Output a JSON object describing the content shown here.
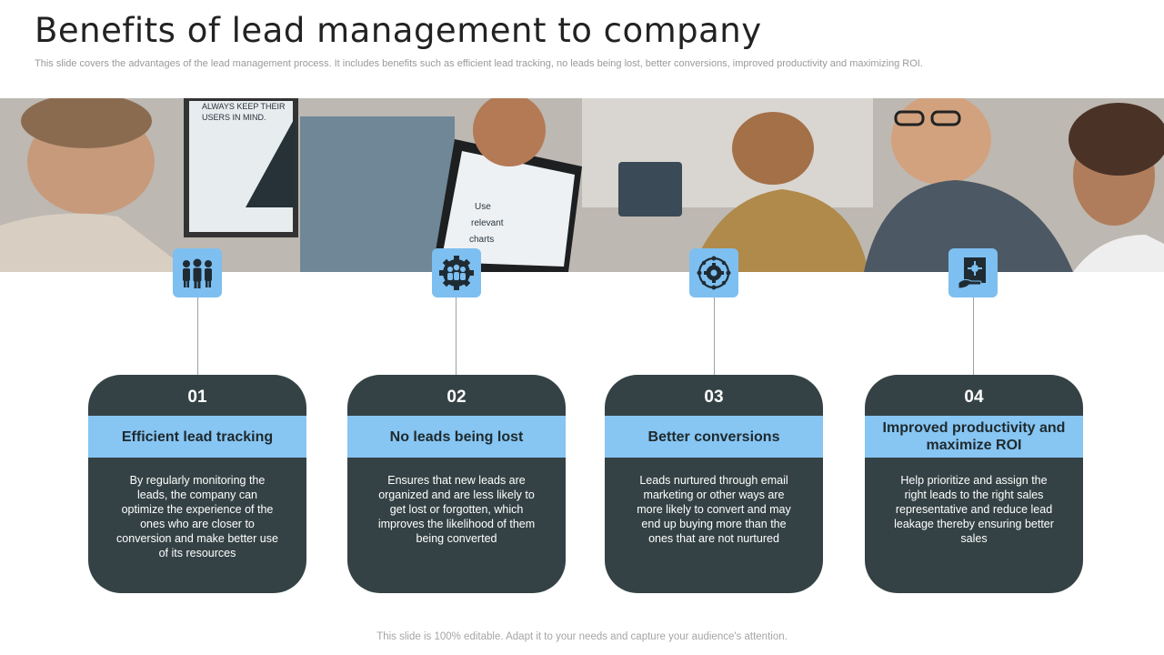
{
  "title": "Benefits of lead management to company",
  "subtitle": "This slide covers the advantages of the lead management process. It includes benefits such as efficient lead tracking, no leads being lost, better conversions, improved productivity and maximizing ROI.",
  "banner": {
    "screen_text": [
      "Use",
      "relevant",
      "charts"
    ],
    "poster_text": [
      "ALWAYS KEEP THEIR",
      "USERS IN MIND."
    ]
  },
  "benefits": [
    {
      "number": "01",
      "label": "Efficient lead tracking",
      "icon": "team-icon",
      "description": "By regularly monitoring the leads, the company can optimize the experience of the ones who are closer to conversion and make better use of its resources"
    },
    {
      "number": "02",
      "label": "No leads being lost",
      "icon": "team-gear-icon",
      "description": "Ensures that new leads are organized and are less likely to get lost or forgotten, which improves the likelihood of them being converted"
    },
    {
      "number": "03",
      "label": "Better conversions",
      "icon": "gear-network-icon",
      "description": "Leads nurtured through email marketing or other ways are more likely to convert and may end up buying more than the ones that are not nurtured"
    },
    {
      "number": "04",
      "label": "Improved productivity and maximize ROI",
      "icon": "document-hand-icon",
      "description": "Help prioritize and assign the right leads to the right sales representative and reduce lead leakage thereby ensuring better sales"
    }
  ],
  "footer": "This slide is 100% editable. Adapt it to your needs and capture your audience's attention.",
  "colors": {
    "card_bg": "#354245",
    "label_bg": "#87c5f3",
    "icon_bg": "#7dbff0"
  }
}
